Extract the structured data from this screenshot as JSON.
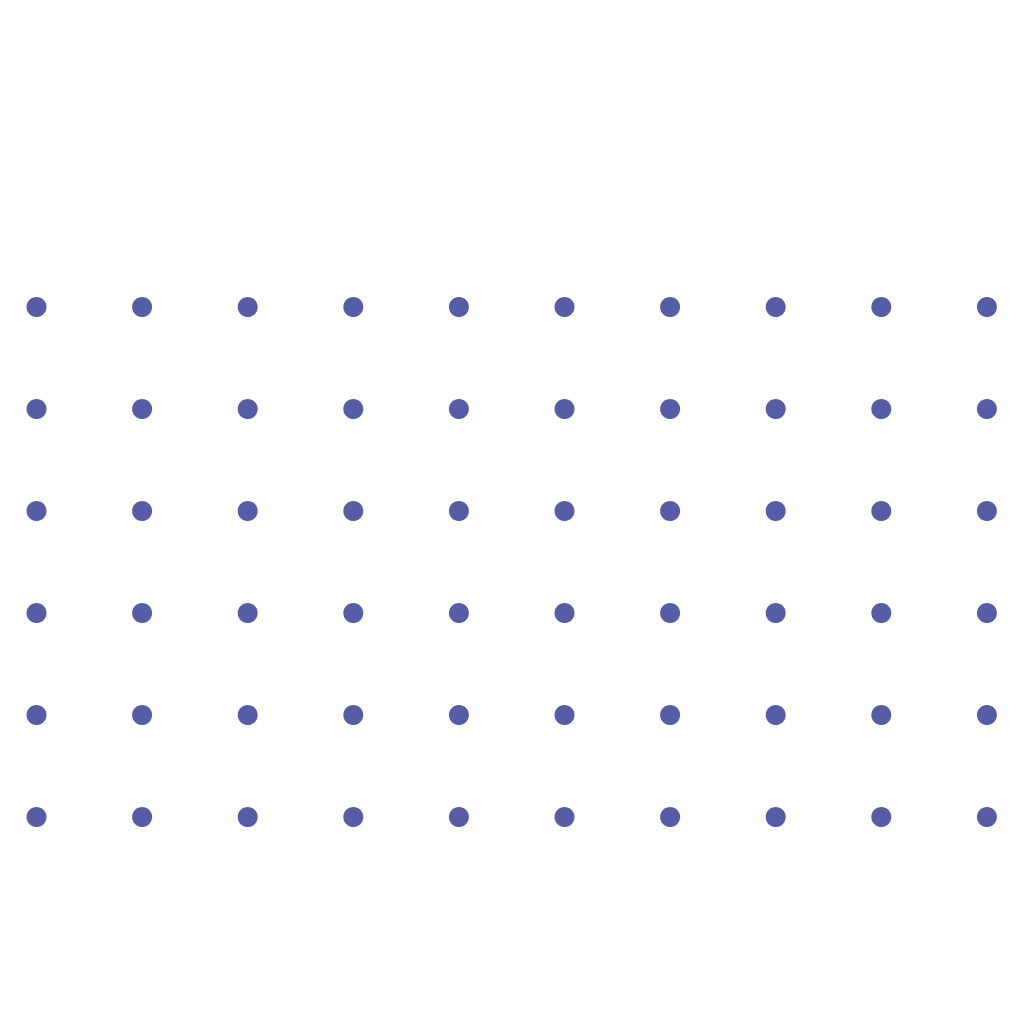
{
  "pattern": {
    "type": "dot-grid",
    "rows": 6,
    "columns": 10,
    "dot_color": "#575ca7"
  }
}
